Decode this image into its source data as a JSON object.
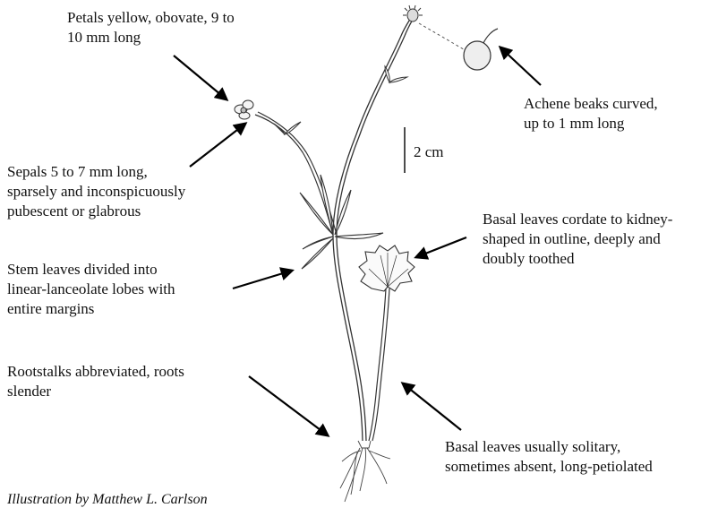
{
  "labels": {
    "petals": "Petals yellow, obovate, 9 to\n10 mm long",
    "sepals": "Sepals 5 to 7 mm long,\nsparsely and inconspicuously\npubescent or glabrous",
    "stem_leaves": "Stem leaves divided into\nlinear-lanceolate lobes with\nentire margins",
    "rootstalks": "Rootstalks abbreviated, roots\nslender",
    "achene": "Achene beaks curved,\nup to 1 mm long",
    "scale": "2 cm",
    "basal_outline": "Basal leaves cordate to kidney-\nshaped in outline, deeply and\ndoubly toothed",
    "basal_solitary": "Basal leaves usually solitary,\nsometimes absent, long-petiolated"
  },
  "credit": "Illustration by Matthew L. Carlson"
}
